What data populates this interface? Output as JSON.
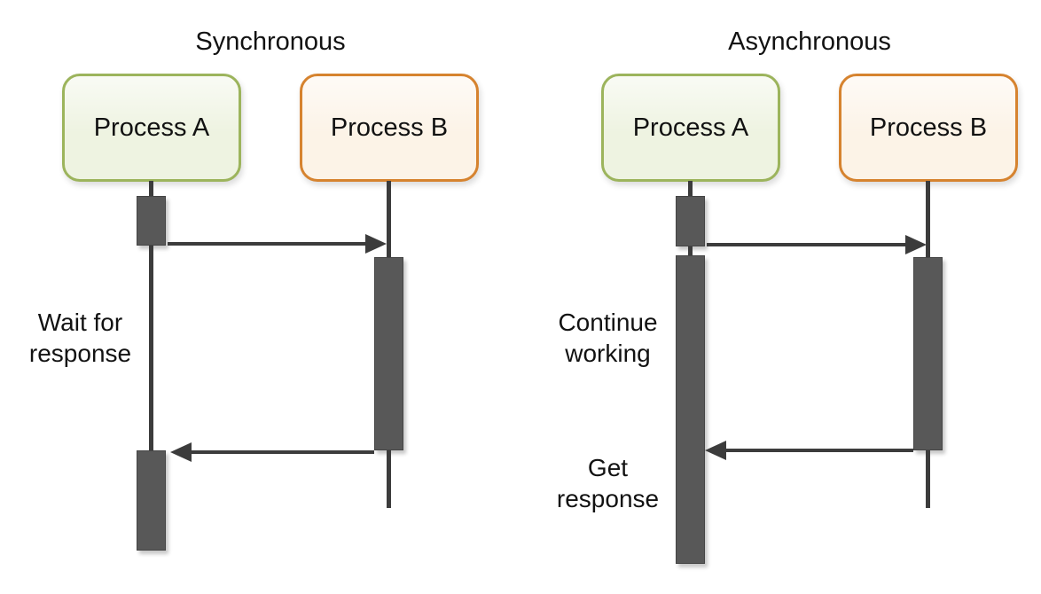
{
  "panels": [
    {
      "title": "Synchronous",
      "actors": [
        {
          "label": "Process A"
        },
        {
          "label": "Process B"
        }
      ],
      "annotations": [
        {
          "lines": [
            "Wait for",
            "response"
          ]
        }
      ]
    },
    {
      "title": "Asynchronous",
      "actors": [
        {
          "label": "Process A"
        },
        {
          "label": "Process B"
        }
      ],
      "annotations": [
        {
          "lines": [
            "Continue",
            "working"
          ]
        },
        {
          "lines": [
            "Get",
            "response"
          ]
        }
      ]
    }
  ],
  "colors": {
    "background": "#ffffff",
    "text": "#121212",
    "line": "#3c3c3c",
    "bar_fill": "#585858",
    "bar_border": "#454545",
    "actor_a_border": "#9cb45c",
    "actor_a_fill": "#eef3e1",
    "actor_b_border": "#d6832f",
    "actor_b_fill": "#fcf3e7"
  }
}
